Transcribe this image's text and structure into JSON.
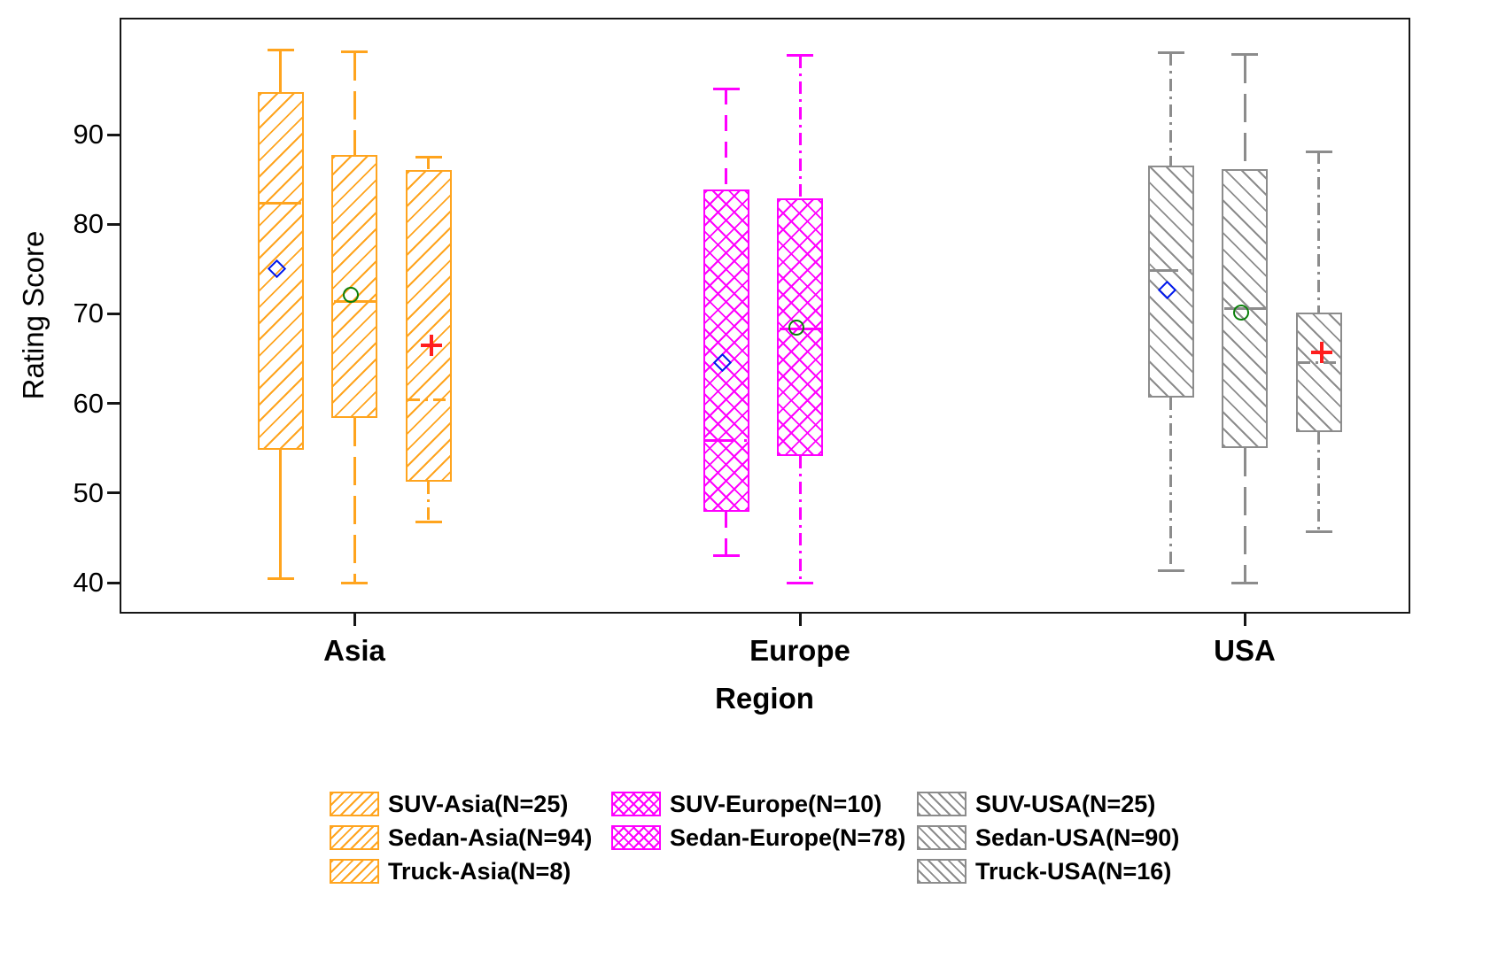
{
  "y_axis": {
    "label": "Rating Score",
    "ticks": [
      90,
      80,
      70,
      60,
      50,
      40
    ]
  },
  "x_axis": {
    "label": "Region",
    "categories": [
      "Asia",
      "Europe",
      "USA"
    ]
  },
  "colors": {
    "asia": "#FFA41E",
    "europe": "#FF00FF",
    "usa": "#8C8C8C",
    "mean_diamond": "#0018EE",
    "mean_circle": "#0B800B",
    "mean_plus": "#FF1E1E",
    "frame": "#161616"
  },
  "legend": {
    "columns": [
      {
        "items": [
          {
            "label": "SUV-Asia(N=25)",
            "color": "#FFA41E",
            "hatch": "forward"
          },
          {
            "label": "Sedan-Asia(N=94)",
            "color": "#FFA41E",
            "hatch": "forward"
          },
          {
            "label": "Truck-Asia(N=8)",
            "color": "#FFA41E",
            "hatch": "forward"
          }
        ]
      },
      {
        "items": [
          {
            "label": "SUV-Europe(N=10)",
            "color": "#FF00FF",
            "hatch": "cross"
          },
          {
            "label": "Sedan-Europe(N=78)",
            "color": "#FF00FF",
            "hatch": "cross"
          }
        ]
      },
      {
        "items": [
          {
            "label": "SUV-USA(N=25)",
            "color": "#8C8C8C",
            "hatch": "back"
          },
          {
            "label": "Sedan-USA(N=90)",
            "color": "#8C8C8C",
            "hatch": "back"
          },
          {
            "label": "Truck-USA(N=16)",
            "color": "#8C8C8C",
            "hatch": "back"
          }
        ]
      }
    ]
  },
  "chart_data": {
    "type": "box",
    "title": "",
    "xlabel": "Region",
    "ylabel": "Rating Score",
    "ylim": [
      36.5,
      103
    ],
    "y_ticks": [
      40,
      50,
      60,
      70,
      80,
      90
    ],
    "grid": false,
    "groups": [
      "Asia",
      "Europe",
      "USA"
    ],
    "series": [
      {
        "id": "suv-asia",
        "label": "SUV-Asia(N=25)",
        "region": "Asia",
        "vehicle": "SUV",
        "n": 25,
        "slot": 0,
        "color": "#FFA41E",
        "hatch": "forward",
        "whisker_low": 40.4,
        "q1": 54.8,
        "median": 82.3,
        "q3": 94.7,
        "whisker_high": 99.4,
        "mean": 75.0,
        "mean_marker": "diamond",
        "whisker_style": "solid",
        "median_style": "solid"
      },
      {
        "id": "sedan-asia",
        "label": "Sedan-Asia(N=94)",
        "region": "Asia",
        "vehicle": "Sedan",
        "n": 94,
        "slot": 1,
        "color": "#FFA41E",
        "hatch": "forward",
        "whisker_low": 40.0,
        "q1": 58.4,
        "median": 71.4,
        "q3": 87.7,
        "whisker_high": 99.2,
        "mean": 72.1,
        "mean_marker": "circle",
        "whisker_style": "longdash",
        "median_style": "solid"
      },
      {
        "id": "truck-asia",
        "label": "Truck-Asia(N=8)",
        "region": "Asia",
        "vehicle": "Truck",
        "n": 8,
        "slot": 2,
        "color": "#FFA41E",
        "hatch": "forward",
        "whisker_low": 46.8,
        "q1": 51.3,
        "median": 60.4,
        "q3": 86.0,
        "whisker_high": 87.5,
        "mean": 66.5,
        "mean_marker": "plus",
        "whisker_style": "dashdot",
        "median_style": "dashdot"
      },
      {
        "id": "suv-europe",
        "label": "SUV-Europe(N=10)",
        "region": "Europe",
        "vehicle": "SUV",
        "n": 10,
        "slot": 0,
        "color": "#FF00FF",
        "hatch": "cross",
        "whisker_low": 43.0,
        "q1": 47.9,
        "median": 55.9,
        "q3": 83.9,
        "whisker_high": 95.1,
        "mean": 64.6,
        "mean_marker": "diamond",
        "whisker_style": "dash",
        "median_style": "longdash"
      },
      {
        "id": "sedan-europe",
        "label": "Sedan-Europe(N=78)",
        "region": "Europe",
        "vehicle": "Sedan",
        "n": 78,
        "slot": 1,
        "color": "#FF00FF",
        "hatch": "cross",
        "whisker_low": 40.0,
        "q1": 54.1,
        "median": 68.3,
        "q3": 82.9,
        "whisker_high": 98.8,
        "mean": 68.5,
        "mean_marker": "circle",
        "whisker_style": "dashdot",
        "median_style": "solid"
      },
      {
        "id": "suv-usa",
        "label": "SUV-USA(N=25)",
        "region": "USA",
        "vehicle": "SUV",
        "n": 25,
        "slot": 0,
        "color": "#8C8C8C",
        "hatch": "back",
        "whisker_low": 41.3,
        "q1": 60.7,
        "median": 74.8,
        "q3": 86.5,
        "whisker_high": 99.1,
        "mean": 72.7,
        "mean_marker": "diamond",
        "whisker_style": "dashdot",
        "median_style": "longdash"
      },
      {
        "id": "sedan-usa",
        "label": "Sedan-USA(N=90)",
        "region": "USA",
        "vehicle": "Sedan",
        "n": 90,
        "slot": 1,
        "color": "#8C8C8C",
        "hatch": "back",
        "whisker_low": 40.0,
        "q1": 55.0,
        "median": 70.6,
        "q3": 86.1,
        "whisker_high": 98.9,
        "mean": 70.1,
        "mean_marker": "circle",
        "whisker_style": "longdash",
        "median_style": "solid"
      },
      {
        "id": "truck-usa",
        "label": "Truck-USA(N=16)",
        "region": "USA",
        "vehicle": "Truck",
        "n": 16,
        "slot": 2,
        "color": "#8C8C8C",
        "hatch": "back",
        "whisker_low": 45.7,
        "q1": 56.8,
        "median": 64.6,
        "q3": 70.1,
        "whisker_high": 88.1,
        "mean": 65.7,
        "mean_marker": "plus",
        "whisker_style": "dashdot",
        "median_style": "dashdot"
      }
    ]
  }
}
